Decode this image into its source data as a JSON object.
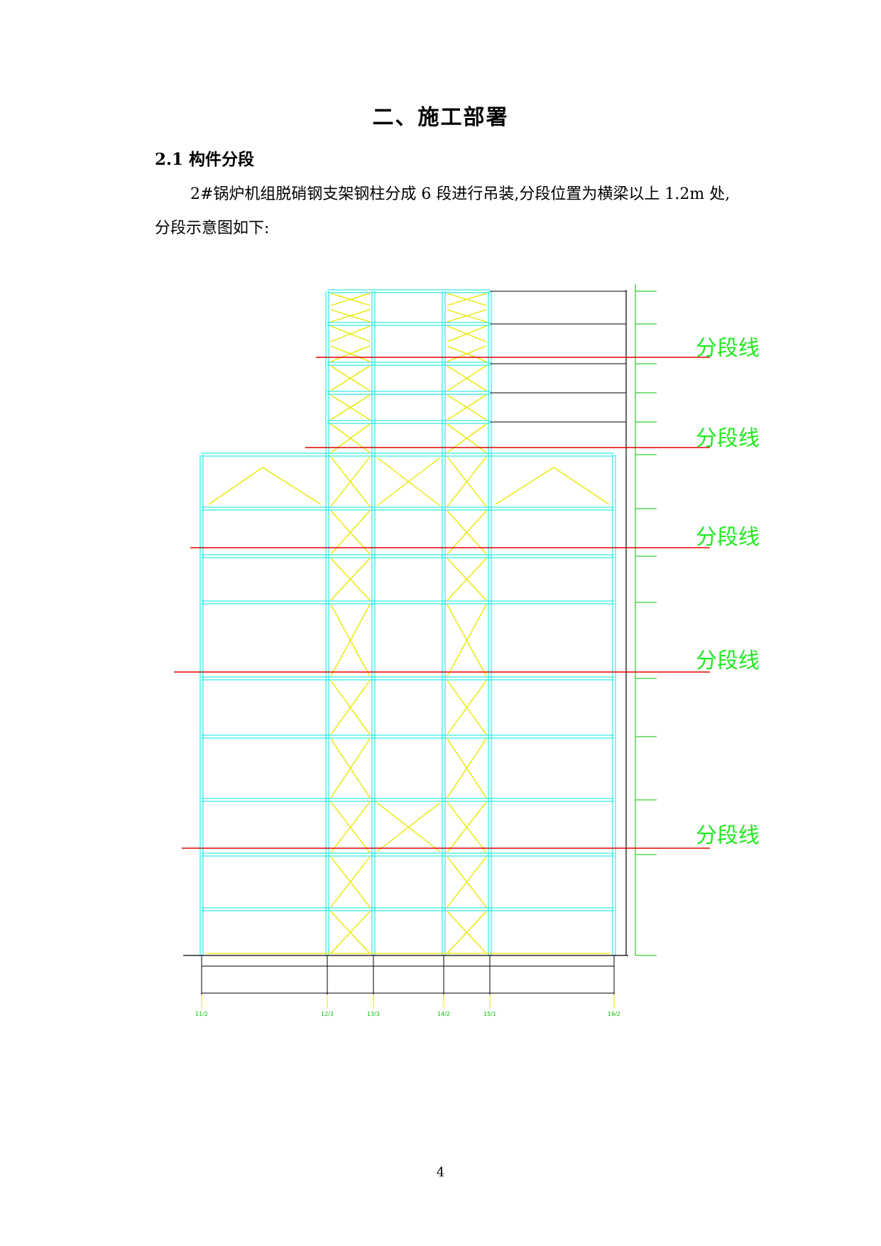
{
  "title": "二、施工部署",
  "section": {
    "number": "2.1",
    "heading": "构件分段"
  },
  "body": {
    "line1": "2#锅炉机组脱硝钢支架钢柱分成 6 段进行吊装,分段位置为横梁以上 1.2m 处,",
    "line2": "分段示意图如下:"
  },
  "drawing": {
    "segment_label": "分段线",
    "segment_line_color": "#e00000",
    "frame_color": "#00e5e5",
    "brace_color": "#e8e800",
    "annotation_color": "#00c000",
    "axis_labels": [
      "11/2",
      "12/3",
      "13/3",
      "14/2",
      "15/1",
      "16/2"
    ]
  },
  "page_number": "4"
}
